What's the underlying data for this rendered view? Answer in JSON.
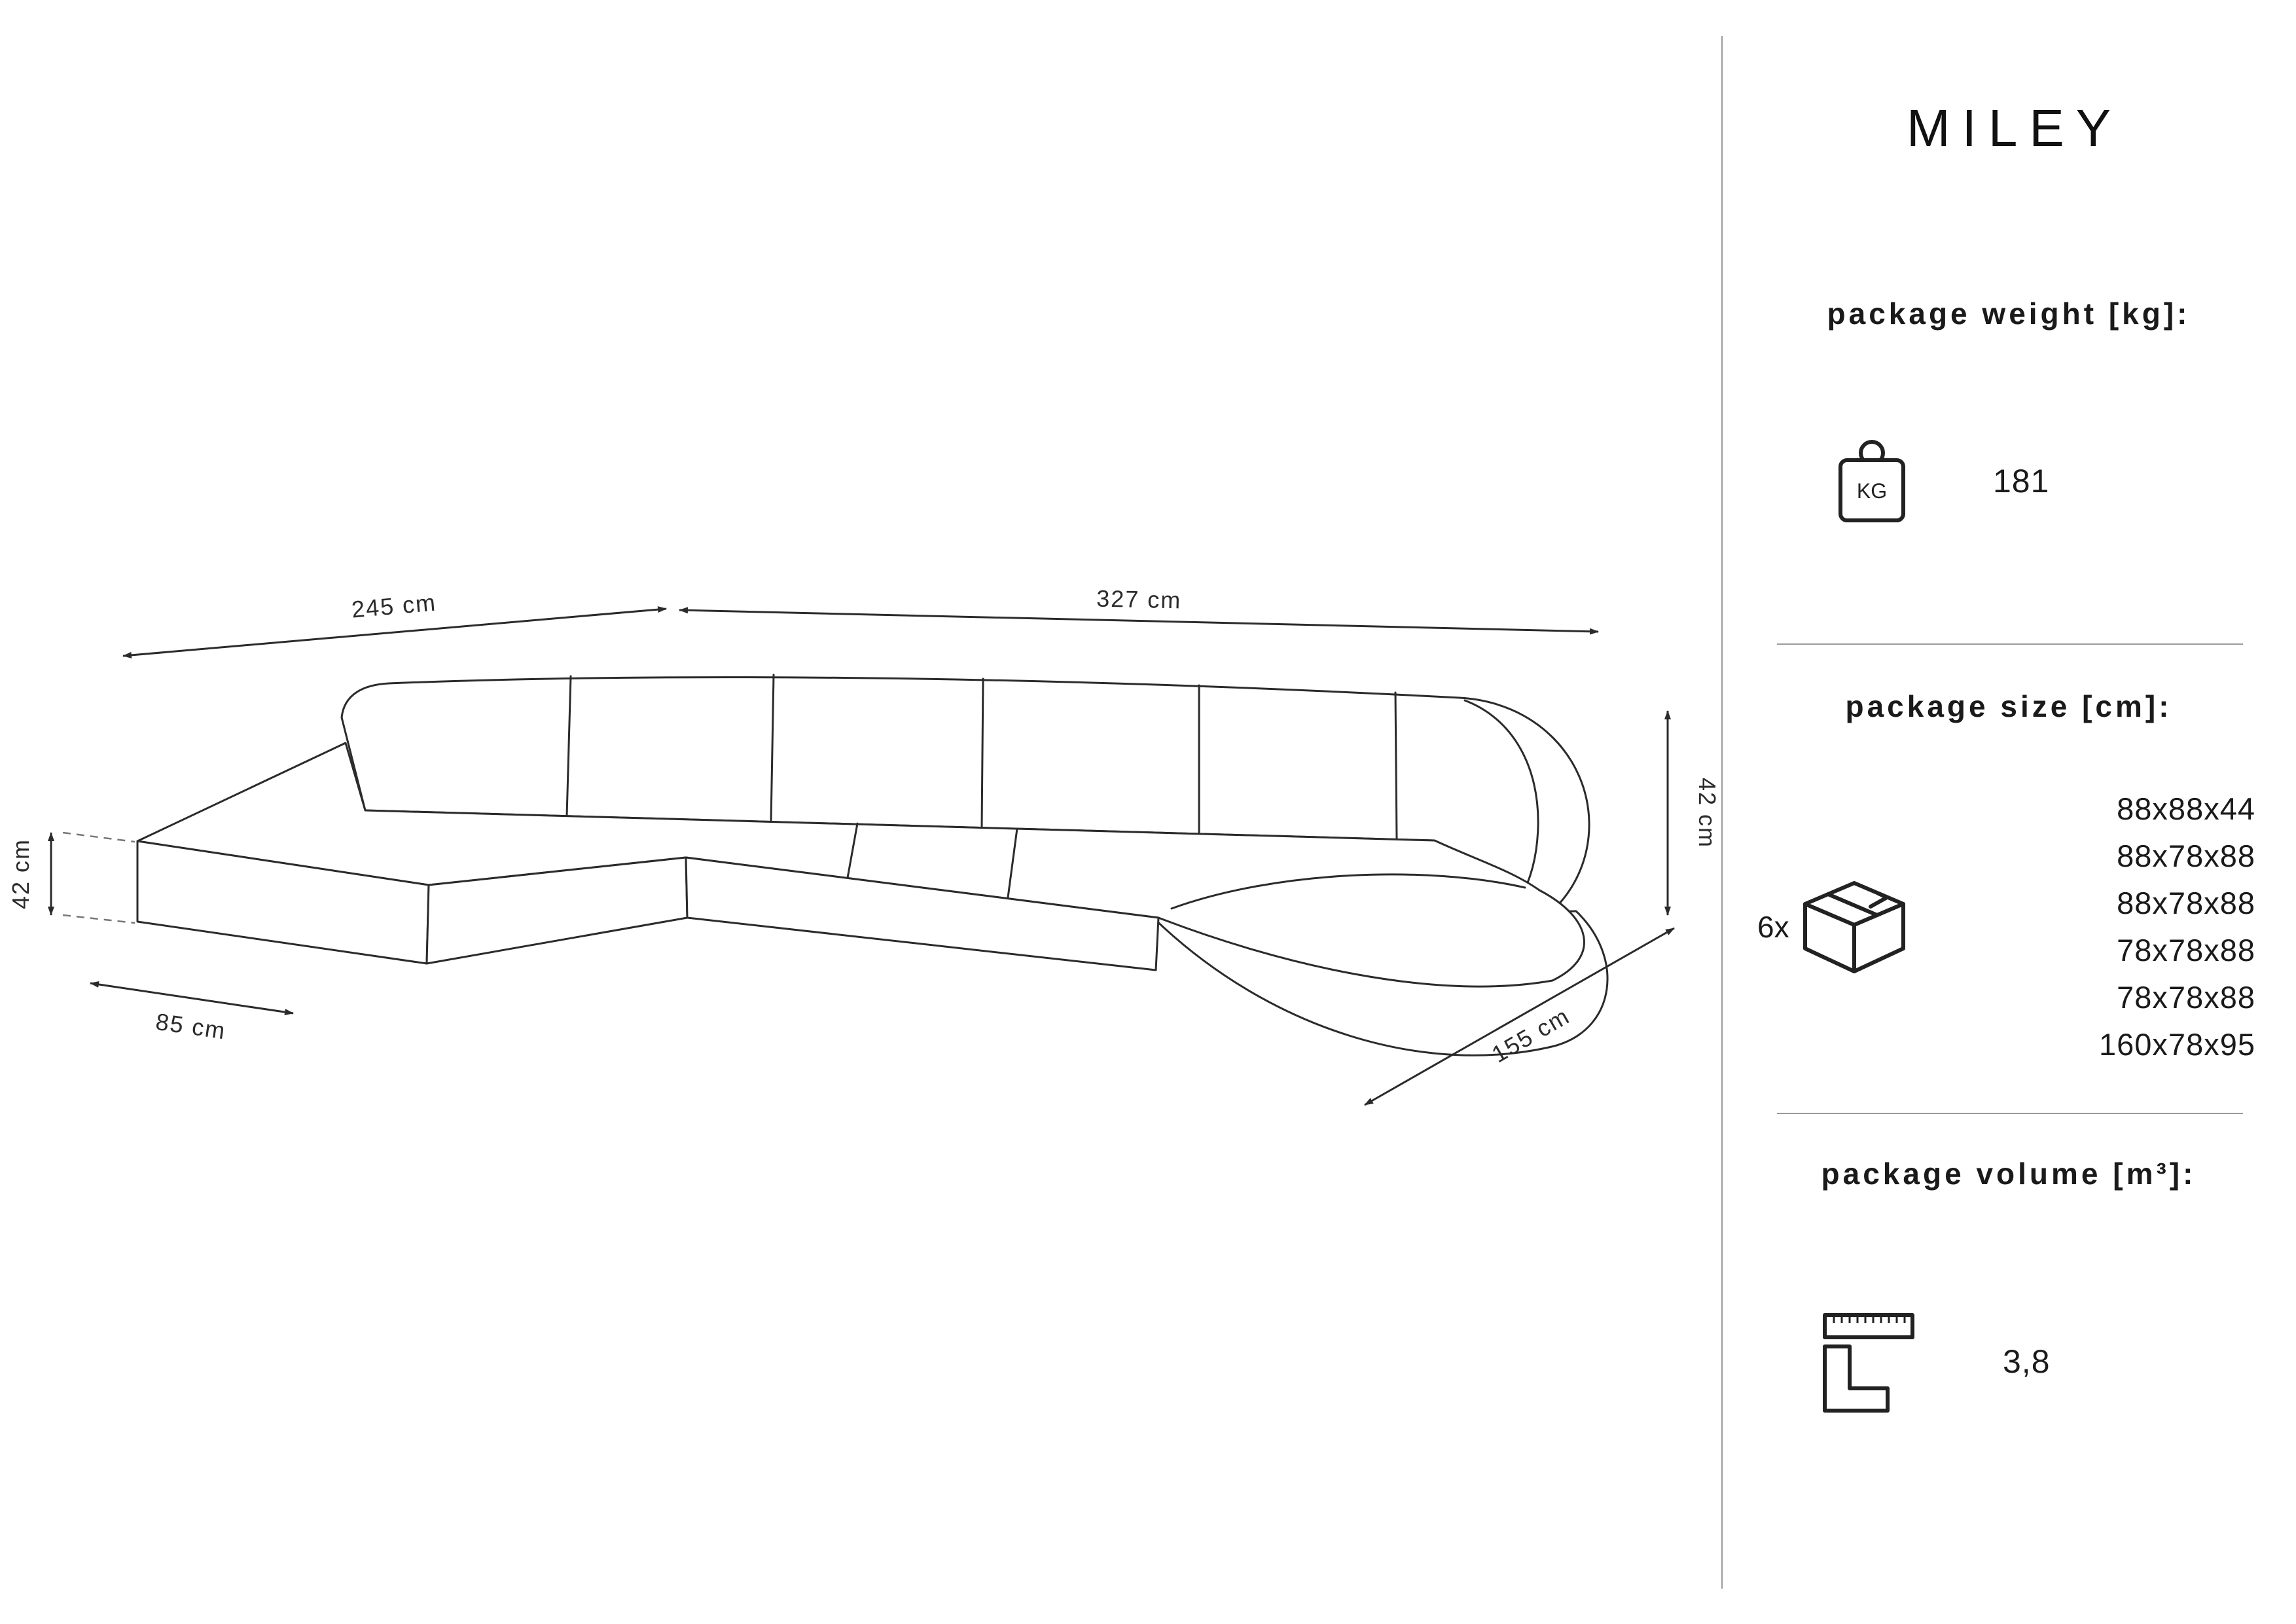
{
  "title": "MILEY",
  "diagram": {
    "dimensions": {
      "back_left": "245 cm",
      "back_right": "327 cm",
      "seat_height_left": "42 cm",
      "chaise_left_depth": "85 cm",
      "arm_height_right": "42 cm",
      "chaise_right_depth": "155 cm"
    }
  },
  "panel": {
    "weight": {
      "heading": "package weight [kg]:",
      "icon": "kg-bag-icon",
      "value": "181"
    },
    "size": {
      "heading": "package size [cm]:",
      "quantity": "6x",
      "icon": "package-box-icon",
      "items": [
        "88x88x44",
        "88x78x88",
        "88x78x88",
        "78x78x88",
        "78x78x88",
        "160x78x95"
      ]
    },
    "volume": {
      "heading": "package volume [m³]:",
      "icon": "ruler-icon",
      "value": "3,8"
    }
  },
  "colors": {
    "line": "#2b2b2b",
    "divider": "#9b9b9b",
    "text": "#1a1a1a",
    "background": "#ffffff"
  }
}
